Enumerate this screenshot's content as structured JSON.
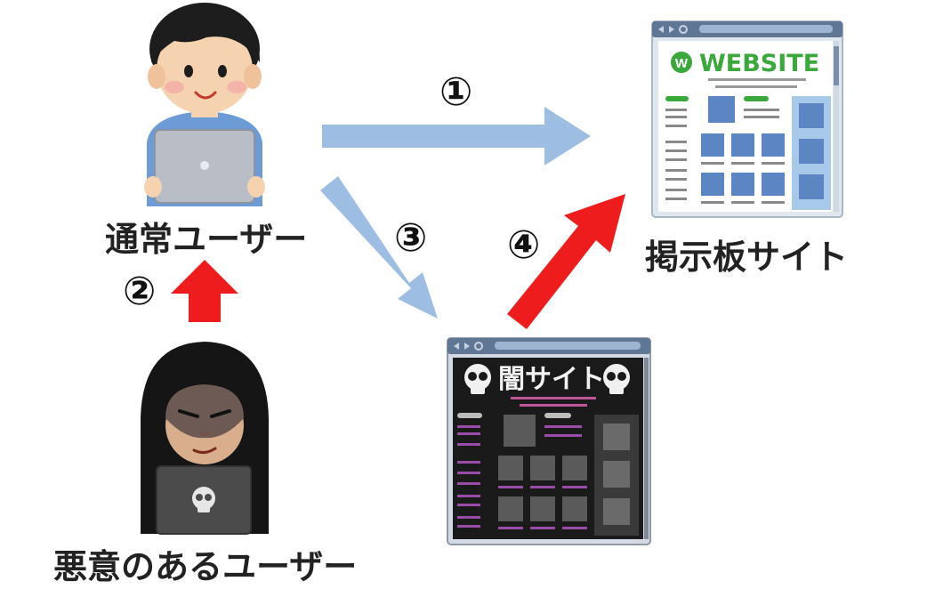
{
  "labels": {
    "normal_user": "通常ユーザー",
    "malicious_user": "悪意のあるユーザー",
    "bbs_site": "掲示板サイト",
    "website_logo": "WEBSITE",
    "dark_site_title": "闇サイト"
  },
  "steps": {
    "s1": "①",
    "s2": "②",
    "s3": "③",
    "s4": "④"
  },
  "colors": {
    "safe_arrow": "#9dbde3",
    "attack_arrow": "#ee1c1c",
    "website_green": "#3aa83a",
    "browser_bar": "#5f7795",
    "tile_blue": "#5b86c3",
    "dark_bg": "#1a1a1a"
  },
  "icons": {
    "normal_user": "person-with-laptop-icon",
    "malicious_user": "hooded-hacker-icon",
    "website": "browser-window-icon",
    "dark_site": "skull-browser-icon"
  }
}
